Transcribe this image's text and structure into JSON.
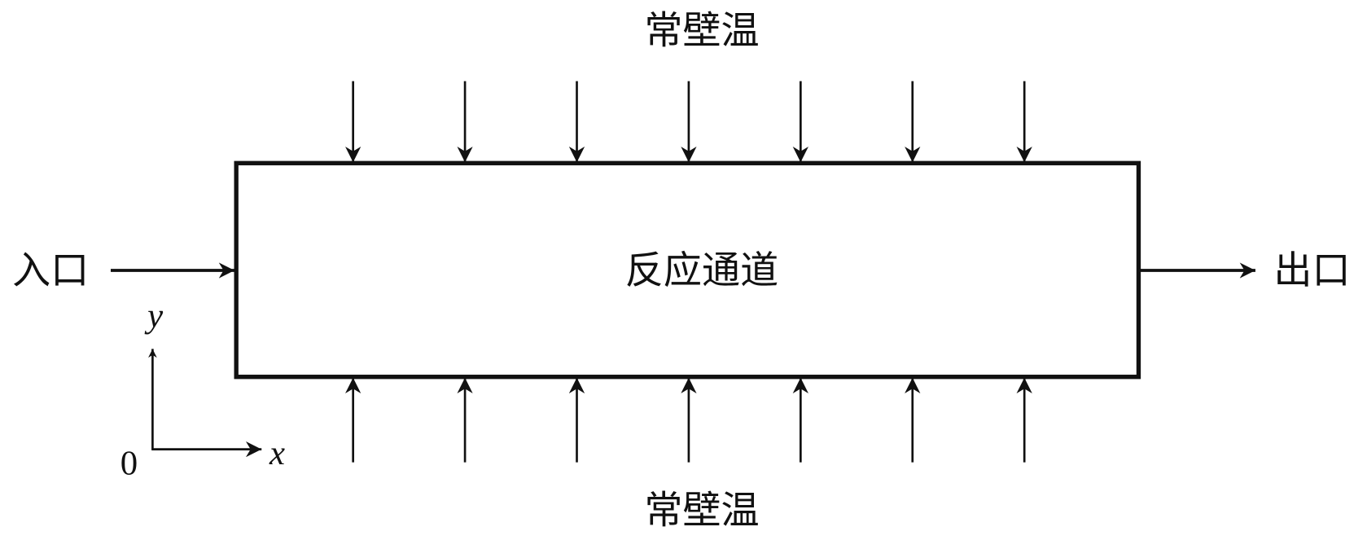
{
  "diagram": {
    "top_label": "常壁温",
    "bottom_label": "常壁温",
    "channel_label": "反应通道",
    "inlet_label": "入口",
    "outlet_label": "出口",
    "axis": {
      "origin": "0",
      "x": "x",
      "y": "y"
    },
    "wall_arrow_count": 7,
    "line_color": "#111111"
  }
}
